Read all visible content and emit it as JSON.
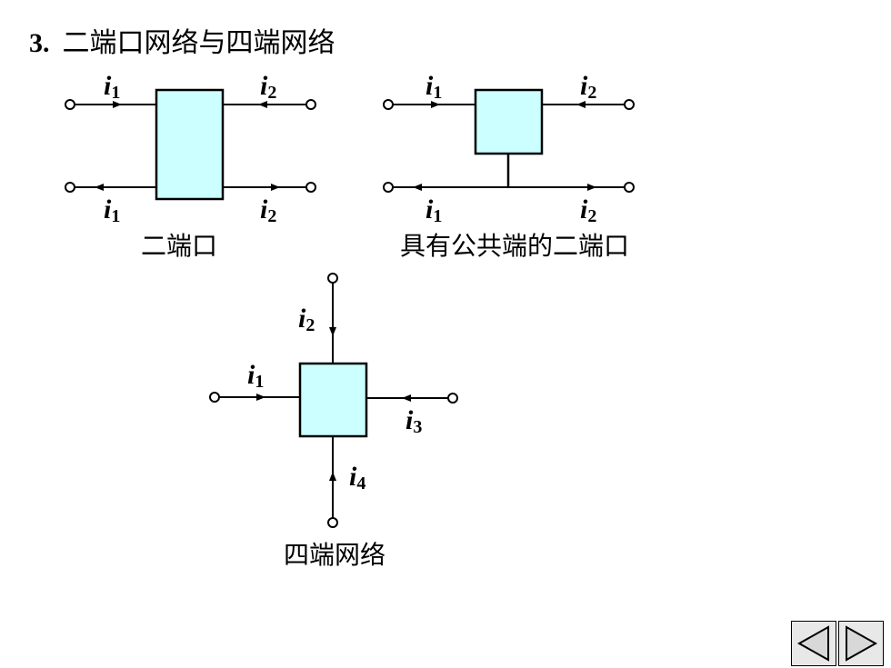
{
  "title": {
    "number": "3.",
    "text": "二端口网络与四端网络"
  },
  "colors": {
    "box_fill": "#ccffff",
    "line": "#000000"
  },
  "diagrams": {
    "two_port": {
      "caption": "二端口",
      "labels": [
        {
          "sym": "i",
          "sub": "1"
        },
        {
          "sym": "i",
          "sub": "2"
        },
        {
          "sym": "i",
          "sub": "1"
        },
        {
          "sym": "i",
          "sub": "2"
        }
      ]
    },
    "common_terminal": {
      "caption": "具有公共端的二端口",
      "labels": [
        {
          "sym": "i",
          "sub": "1"
        },
        {
          "sym": "i",
          "sub": "2"
        },
        {
          "sym": "i",
          "sub": "1"
        },
        {
          "sym": "i",
          "sub": "2"
        }
      ]
    },
    "four_terminal": {
      "caption": "四端网络",
      "labels": [
        {
          "sym": "i",
          "sub": "1"
        },
        {
          "sym": "i",
          "sub": "2"
        },
        {
          "sym": "i",
          "sub": "3"
        },
        {
          "sym": "i",
          "sub": "4"
        }
      ]
    }
  },
  "nav": {
    "prev_icon": "triangle-left-icon",
    "next_icon": "triangle-right-icon"
  }
}
